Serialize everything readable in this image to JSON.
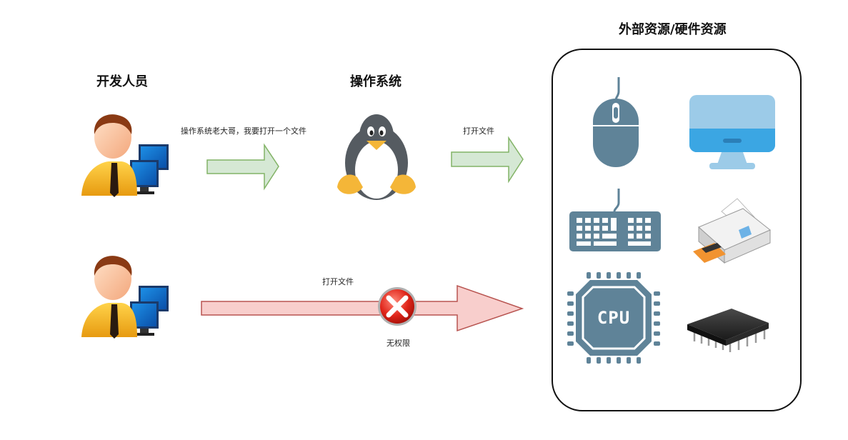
{
  "headings": {
    "developer": "开发人员",
    "os": "操作系统",
    "resources": "外部资源/硬件资源"
  },
  "labels": {
    "request": "操作系统老大哥，我要打开一个文件",
    "open_file_os": "打开文件",
    "open_file_direct": "打开文件",
    "no_permission": "无权限"
  },
  "devices": {
    "cpu_text": "CPU"
  },
  "colors": {
    "green_arrow_fill": "#d5e8d4",
    "green_arrow_stroke": "#82b366",
    "red_arrow_fill": "#f8cecc",
    "red_arrow_stroke": "#b85450",
    "device_blue": "#5f8398"
  }
}
